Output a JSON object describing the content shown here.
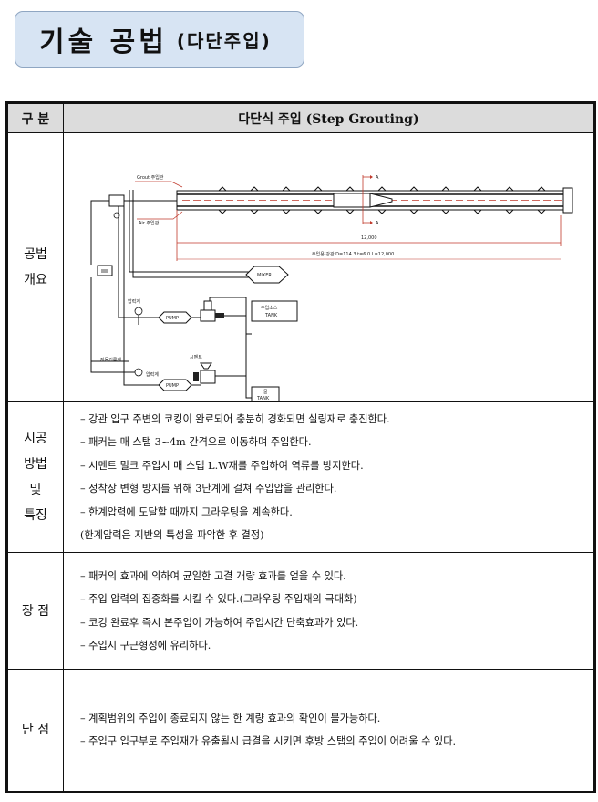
{
  "page": {
    "title": "기술 공법",
    "subtitle": "(다단주입)"
  },
  "table": {
    "header": {
      "col1": "구 분",
      "col2": "다단식 주입 (Step Grouting)"
    },
    "rows": {
      "overview": {
        "label_lines": [
          "공법",
          "개요"
        ],
        "diagram": {
          "grout_label": "Grout 주입관",
          "air_label": "Air 주입관",
          "section_a_top": "A",
          "section_a_bottom": "A",
          "length_label": "12,000",
          "pipe_spec": "주입용 강관 D=114.3 t=6.0 L=12,000",
          "mixer_label": "MIXER",
          "pressure_gauge_1": "압력계",
          "pressure_gauge_2": "압력계",
          "flow_meter": "자동기록계",
          "pump_1": "PUMP",
          "pump_2": "PUMP",
          "tank_1_line1": "주입소스",
          "tank_1_line2": "TANK",
          "tank_2_line1": "물",
          "tank_2_line2": "TANK",
          "cement_label": "시멘트"
        }
      },
      "features": {
        "label_lines": [
          "시공",
          "방법",
          "및",
          "특징"
        ],
        "bullets": [
          "– 강관 입구 주변의 코킹이 완료되어 충분히 경화되면 실링재로 충진한다.",
          "– 패커는 매 스탭 3~4m 간격으로 이동하며 주입한다.",
          "– 시멘트 밀크 주입시 매 스탭 L.W재를 주입하여 역류를 방지한다.",
          "– 정착장 변형 방지를 위해 3단계에 걸쳐 주입압을 관리한다.",
          "– 한계압력에 도달할 때까지 그라우팅을 계속한다."
        ],
        "note": "(한계압력은 지반의 특성을 파악한 후 결정)"
      },
      "advantages": {
        "label_lines": [
          "장 점"
        ],
        "bullets": [
          "– 패커의 효과에 의하여 균일한 고결 개량 효과를 얻을 수 있다.",
          "– 주입 압력의 집중화를 시킬 수 있다.(그라우팅 주입재의 극대화)",
          "– 코킹 완료후 즉시 본주입이 가능하여 주입시간 단축효과가 있다.",
          "– 주입시 구근형성에 유리하다."
        ]
      },
      "disadvantages": {
        "label_lines": [
          "단 점"
        ],
        "bullets": [
          "– 계획범위의 주입이 종료되지 않는 한 계량 효과의 확인이 불가능하다.",
          "– 주입구 입구부로 주입재가 유출될시 급결을 시키면 후방 스탭의 주입이 어려울 수 있다."
        ]
      }
    }
  },
  "colors": {
    "title_bg": "#d7e4f3",
    "header_bg": "#dcdcdc",
    "dimension_red": "#c0392b"
  }
}
